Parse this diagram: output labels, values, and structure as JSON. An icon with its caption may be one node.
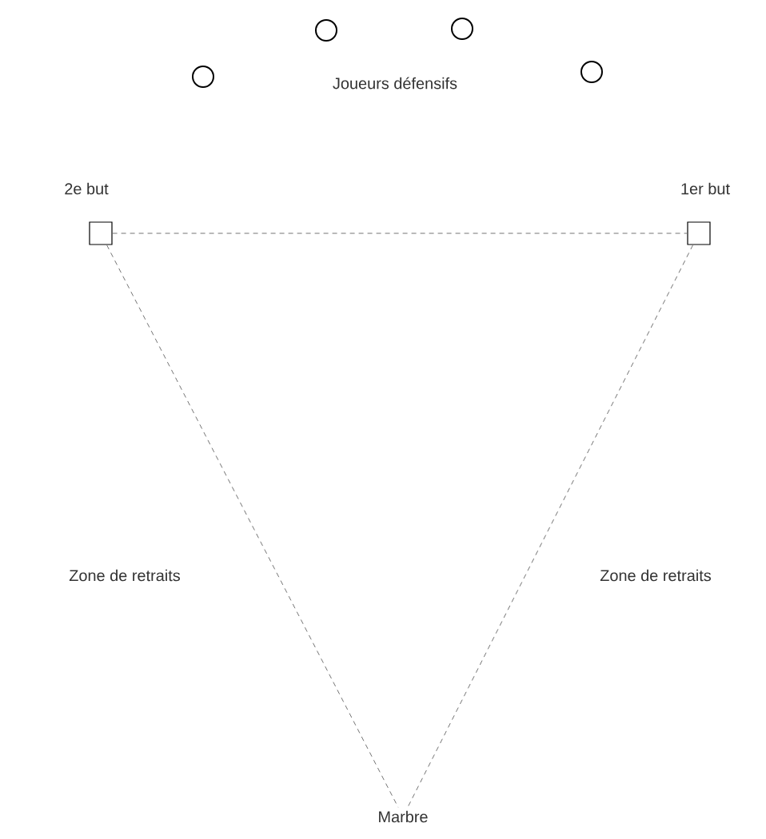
{
  "diagram": {
    "nodes": [
      {
        "text": [],
        "shape": "circle"
      },
      {
        "text": [],
        "shape": "circle"
      },
      {
        "text": [],
        "shape": "circle"
      },
      {
        "text": [],
        "shape": "circle"
      },
      {
        "text": [],
        "shape": "box",
        "beside": [
          "2e but"
        ]
      },
      {
        "text": [],
        "shape": "box",
        "beside": [
          "1er but"
        ]
      },
      {
        "text": [
          "Marbre"
        ]
      }
    ],
    "edges": [
      {
        "from": 4,
        "to": 5,
        "arrow": "none",
        "style": "dashed"
      },
      {
        "from": 4,
        "to": 6,
        "arrow": "none",
        "style": "dashed"
      },
      {
        "from": 5,
        "to": 6,
        "arrow": "none",
        "style": "dashed"
      }
    ],
    "labels": [
      "Joueurs défensifs",
      "Zone de retraits",
      "Zone de retraits"
    ]
  }
}
